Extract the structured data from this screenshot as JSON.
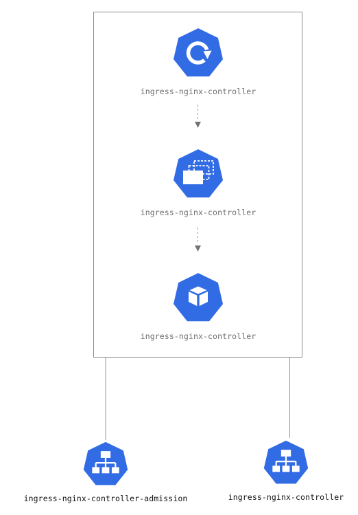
{
  "colors": {
    "node_fill": "#326ce5",
    "node_stroke": "#ffffff",
    "frame_border": "#8c8c8c",
    "connector": "#9a9a9a",
    "arrow": "#757575",
    "inner_label": "#6e6e6e",
    "outer_label": "#111111"
  },
  "nodes": {
    "hpa": {
      "label": "ingress-nginx-controller",
      "icon": "autoscale-icon"
    },
    "deploy": {
      "label": "ingress-nginx-controller",
      "icon": "deployment-icon"
    },
    "pod": {
      "label": "ingress-nginx-controller",
      "icon": "pod-icon"
    },
    "svc_admission": {
      "label": "ingress-nginx-controller-admission",
      "icon": "service-icon"
    },
    "svc_controller": {
      "label": "ingress-nginx-controller",
      "icon": "service-icon"
    }
  }
}
